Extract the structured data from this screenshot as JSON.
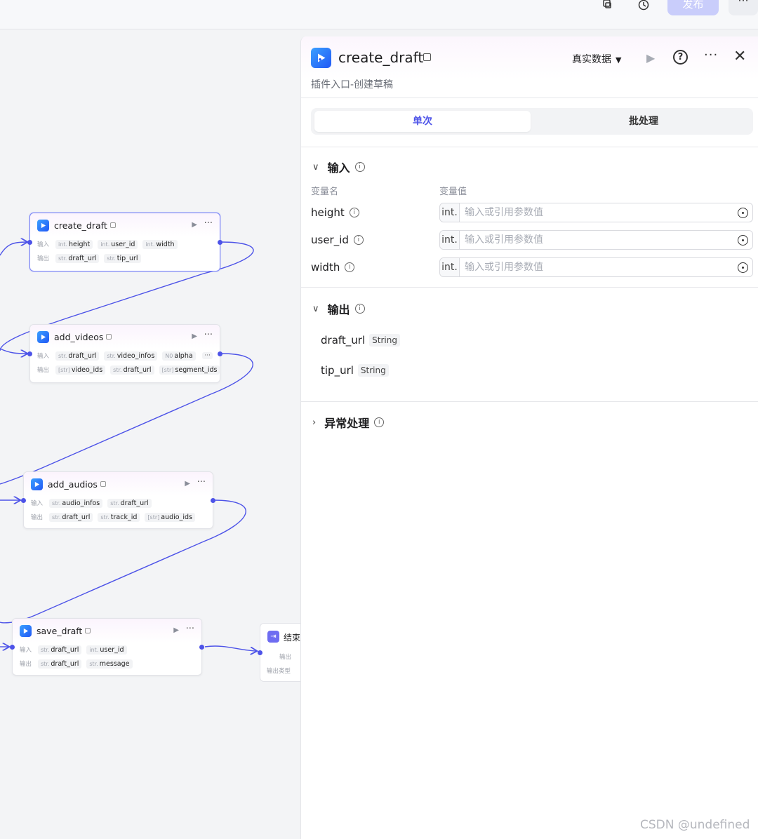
{
  "topbar": {
    "publish_label": "发布",
    "more_label": "···"
  },
  "canvas": {
    "nodes": [
      {
        "title": "create_draft",
        "inputs_label": "输入",
        "outputs_label": "输出",
        "inputs": [
          {
            "type": "int.",
            "name": "height"
          },
          {
            "type": "int.",
            "name": "user_id"
          },
          {
            "type": "int.",
            "name": "width"
          }
        ],
        "outputs": [
          {
            "type": "str.",
            "name": "draft_url"
          },
          {
            "type": "str.",
            "name": "tip_url"
          }
        ]
      },
      {
        "title": "add_videos",
        "inputs_label": "输入",
        "outputs_label": "输出",
        "inputs": [
          {
            "type": "str.",
            "name": "draft_url"
          },
          {
            "type": "str.",
            "name": "video_infos"
          },
          {
            "type": "N0",
            "name": "alpha"
          }
        ],
        "outputs": [
          {
            "type": "[str]",
            "name": "video_ids"
          },
          {
            "type": "str.",
            "name": "draft_url"
          },
          {
            "type": "[str]",
            "name": "segment_ids"
          }
        ]
      },
      {
        "title": "add_audios",
        "inputs_label": "输入",
        "outputs_label": "输出",
        "inputs": [
          {
            "type": "str.",
            "name": "audio_infos"
          },
          {
            "type": "str.",
            "name": "draft_url"
          }
        ],
        "outputs": [
          {
            "type": "str.",
            "name": "draft_url"
          },
          {
            "type": "str.",
            "name": "track_id"
          },
          {
            "type": "[str]",
            "name": "audio_ids"
          }
        ]
      },
      {
        "title": "save_draft",
        "inputs_label": "输入",
        "outputs_label": "输出",
        "inputs": [
          {
            "type": "str.",
            "name": "draft_url"
          },
          {
            "type": "int.",
            "name": "user_id"
          }
        ],
        "outputs": [
          {
            "type": "str.",
            "name": "draft_url"
          },
          {
            "type": "str.",
            "name": "message"
          }
        ]
      }
    ],
    "end_node": {
      "title": "结束",
      "row1_label": "输出",
      "row2_label": "输出类型"
    }
  },
  "panel": {
    "title": "create_draft",
    "subtitle": "插件入口-创建草稿",
    "data_mode": "真实数据",
    "help_label": "?",
    "more_label": "···",
    "close_label": "✕",
    "tabs": [
      {
        "label": "单次",
        "active": true
      },
      {
        "label": "批处理",
        "active": false
      }
    ],
    "input_section": {
      "title": "输入",
      "col_name": "变量名",
      "col_value": "变量值",
      "rows": [
        {
          "name": "height",
          "type": "int.",
          "placeholder": "输入或引用参数值"
        },
        {
          "name": "user_id",
          "type": "int.",
          "placeholder": "输入或引用参数值"
        },
        {
          "name": "width",
          "type": "int.",
          "placeholder": "输入或引用参数值"
        }
      ]
    },
    "output_section": {
      "title": "输出",
      "rows": [
        {
          "name": "draft_url",
          "type": "String"
        },
        {
          "name": "tip_url",
          "type": "String"
        }
      ]
    },
    "error_section": {
      "title": "异常处理"
    }
  },
  "watermark": "CSDN @undefined",
  "colors": {
    "accent": "#4d53e8",
    "edge": "#4d53e8",
    "publish_disabled": "#c9cdfb"
  }
}
